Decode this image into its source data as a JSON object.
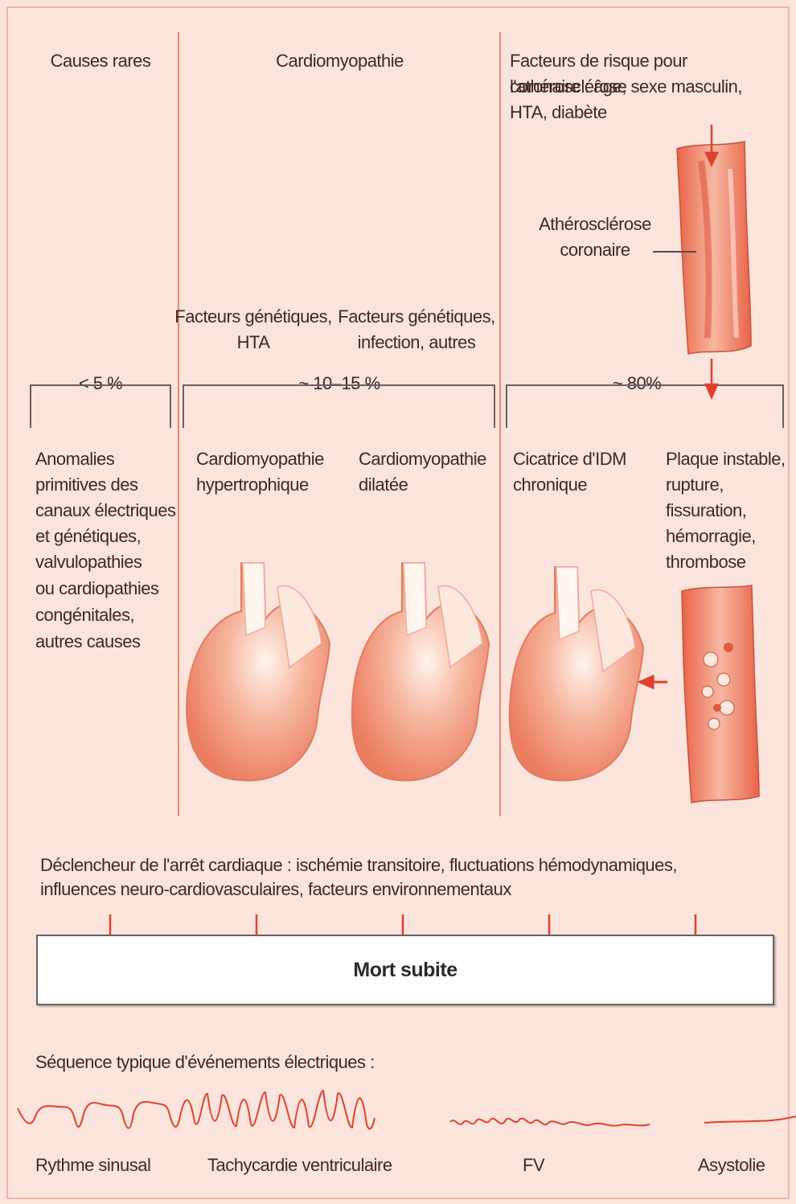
{
  "columns": {
    "rare": {
      "header": "Causes rares",
      "percent": "< 5 %",
      "description_lines": [
        "Anomalies",
        "primitives des",
        "canaux électriques",
        "et génétiques,",
        "valvulopathies",
        "ou cardiopathies",
        "congénitales,",
        "autres causes"
      ]
    },
    "cardiomyopathy": {
      "header": "Cardiomyopathie",
      "percent": "~ 10–15 %",
      "factors_left": [
        "Facteurs génétiques,",
        "HTA"
      ],
      "factors_right": [
        "Facteurs génétiques,",
        "infection, autres"
      ],
      "type_left": [
        "Cardiomyopathie",
        "hypertrophique"
      ],
      "type_right": [
        "Cardiomyopathie",
        "dilatée"
      ]
    },
    "coronary": {
      "header_lines": [
        "Facteurs de risque pour l'athérosclérose",
        "coronaire : âge, sexe masculin,",
        "HTA, diabète"
      ],
      "atherosclerosis_label": [
        "Athérosclérose",
        "coronaire"
      ],
      "percent": "~ 80%",
      "scar_label": [
        "Cicatrice d'IDM",
        "chronique"
      ],
      "plaque_label": [
        "Plaque instable,",
        "rupture,",
        "fissuration,",
        "hémorragie,",
        "thrombose"
      ]
    }
  },
  "trigger_lines": [
    "Déclencheur de l'arrêt cardiaque : ischémie transitoire, fluctuations hémodynamiques,",
    "influences neuro-cardiovasculaires, facteurs environnementaux"
  ],
  "outcome": "Mort subite",
  "sequence_title": "Séquence typique d'événements électriques :",
  "rhythms": [
    "Rythme sinusal",
    "Tachycardie ventriculaire",
    "FV",
    "Asystolie"
  ],
  "colors": {
    "background": "#fbe4dc",
    "accent": "#e0402f",
    "tissue": "#ef9a82",
    "line": "#e88878"
  }
}
